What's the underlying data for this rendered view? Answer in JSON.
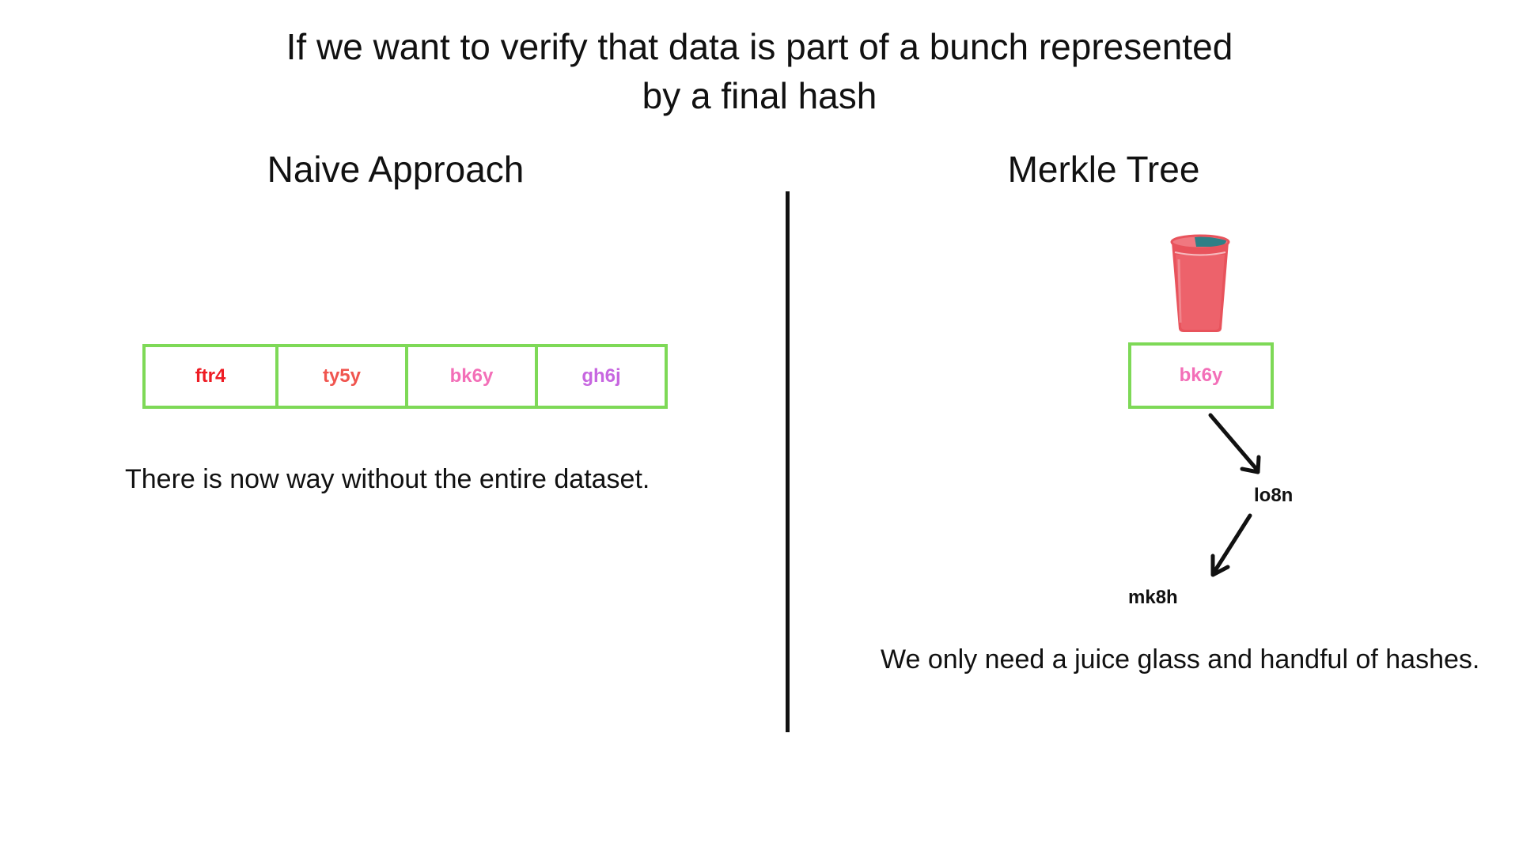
{
  "title": {
    "line1": "If we want to verify that data is part of a bunch represented",
    "line2": "by a final hash"
  },
  "naive": {
    "heading": "Naive Approach",
    "hashes": [
      {
        "label": "ftr4",
        "color": "#ee1c24"
      },
      {
        "label": "ty5y",
        "color": "#f0554f"
      },
      {
        "label": "bk6y",
        "color": "#f36fb8"
      },
      {
        "label": "gh6j",
        "color": "#c766e0"
      }
    ],
    "caption": "There is now way without the entire dataset."
  },
  "merkle": {
    "heading": "Merkle Tree",
    "icon": "juice-glass-icon",
    "root_hash": {
      "label": "bk6y",
      "color": "#f36fb8"
    },
    "proof_hashes": [
      "lo8n",
      "mk8h"
    ],
    "caption": "We only need a juice glass and handful of hashes."
  },
  "colors": {
    "box_border": "#7ed957",
    "text": "#111111",
    "glass_body": "#e8535c",
    "glass_top": "#2f7f86"
  }
}
